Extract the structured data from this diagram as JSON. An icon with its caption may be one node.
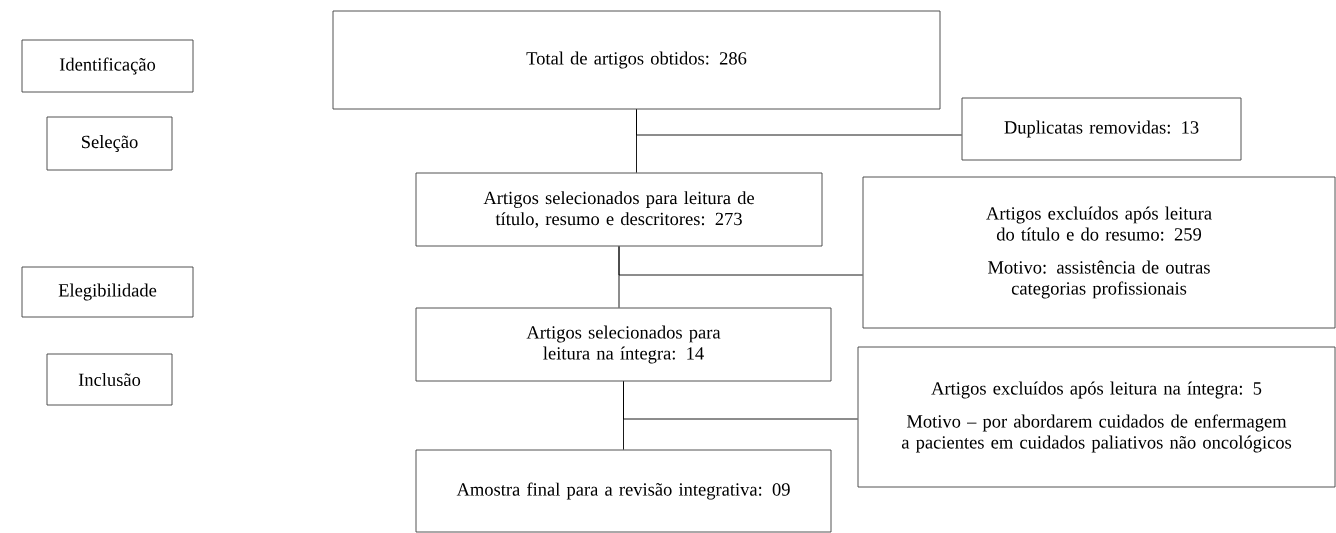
{
  "diagram": {
    "nodes": [
      {
        "text": [
          "Identificação"
        ]
      },
      {
        "text": [
          "Seleção"
        ]
      },
      {
        "text": [
          "Elegibilidade"
        ]
      },
      {
        "text": [
          "Inclusão"
        ]
      },
      {
        "text": [
          "Total de artigos obtidos: 286"
        ]
      },
      {
        "text": [
          "Duplicatas removidas: 13"
        ]
      },
      {
        "text": [
          "Artigos selecionados para leitura de título, resumo e descritores: 273"
        ]
      },
      {
        "text": [
          "Artigos excluídos após leitura do título e do resumo: 259",
          "Motivo: assistência de outras categorias profissionais"
        ]
      },
      {
        "text": [
          "Artigos selecionados para leitura na íntegra: 14"
        ]
      },
      {
        "text": [
          "Artigos excluídos após leitura na íntegra: 5",
          "Motivo – por abordarem cuidados de enfermagem a pacientes em cuidados paliativos não oncológicos"
        ]
      },
      {
        "text": [
          "Amostra final para a revisão integrativa: 09"
        ]
      }
    ],
    "edges": [
      {
        "from": 4,
        "to": 6,
        "arrow": "none"
      },
      {
        "from": 4,
        "to": 5,
        "arrow": "none"
      },
      {
        "from": 6,
        "to": 8,
        "arrow": "none"
      },
      {
        "from": 6,
        "to": 7,
        "arrow": "none"
      },
      {
        "from": 8,
        "to": 10,
        "arrow": "none"
      },
      {
        "from": 8,
        "to": 9,
        "arrow": "none"
      }
    ]
  }
}
